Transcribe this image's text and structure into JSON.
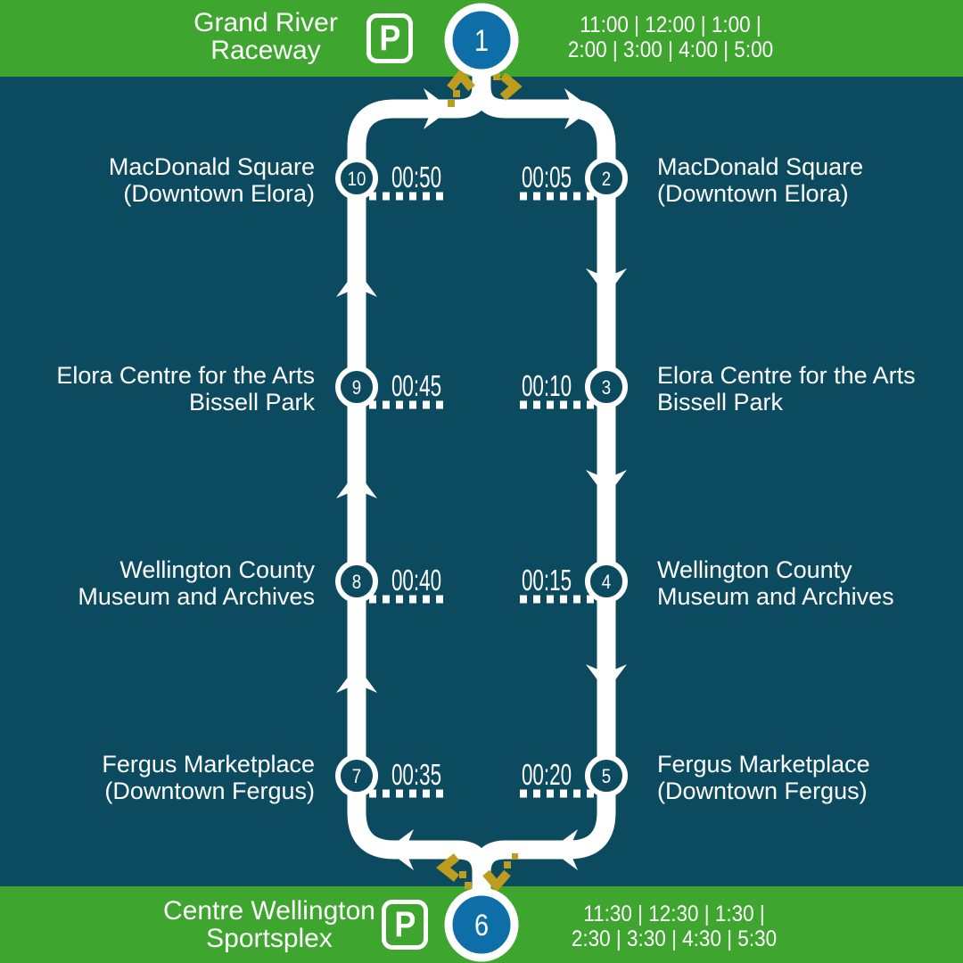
{
  "colors": {
    "banner_green": "#3EA52F",
    "background_teal": "#0C4A5F",
    "terminal_blue": "#0E6FA8",
    "walk_gold": "#BD9C1E",
    "route_white": "#FFFFFF"
  },
  "top_terminal": {
    "title": "Grand River\nRaceway",
    "parking_label": "P",
    "stop_number": "1",
    "schedule": "11:00 | 12:00 | 1:00 |\n2:00 | 3:00 | 4:00 | 5:00"
  },
  "bottom_terminal": {
    "title": "Centre Wellington\nSportsplex",
    "parking_label": "P",
    "stop_number": "6",
    "schedule": "11:30 | 12:30 | 1:30 |\n2:30 | 3:30 | 4:30 | 5:30"
  },
  "stops": {
    "left": [
      {
        "number": "10",
        "time": "00:50",
        "label": "MacDonald Square\n(Downtown Elora)"
      },
      {
        "number": "9",
        "time": "00:45",
        "label": "Elora Centre for the Arts\nBissell Park"
      },
      {
        "number": "8",
        "time": "00:40",
        "label": "Wellington County\nMuseum and Archives"
      },
      {
        "number": "7",
        "time": "00:35",
        "label": "Fergus Marketplace\n(Downtown Fergus)"
      }
    ],
    "right": [
      {
        "number": "2",
        "time": "00:05",
        "label": "MacDonald Square\n(Downtown Elora)"
      },
      {
        "number": "3",
        "time": "00:10",
        "label": "Elora Centre for the Arts\nBissell Park"
      },
      {
        "number": "4",
        "time": "00:15",
        "label": "Wellington County\nMuseum and Archives"
      },
      {
        "number": "5",
        "time": "00:20",
        "label": "Fergus Marketplace\n(Downtown Fergus)"
      }
    ]
  }
}
